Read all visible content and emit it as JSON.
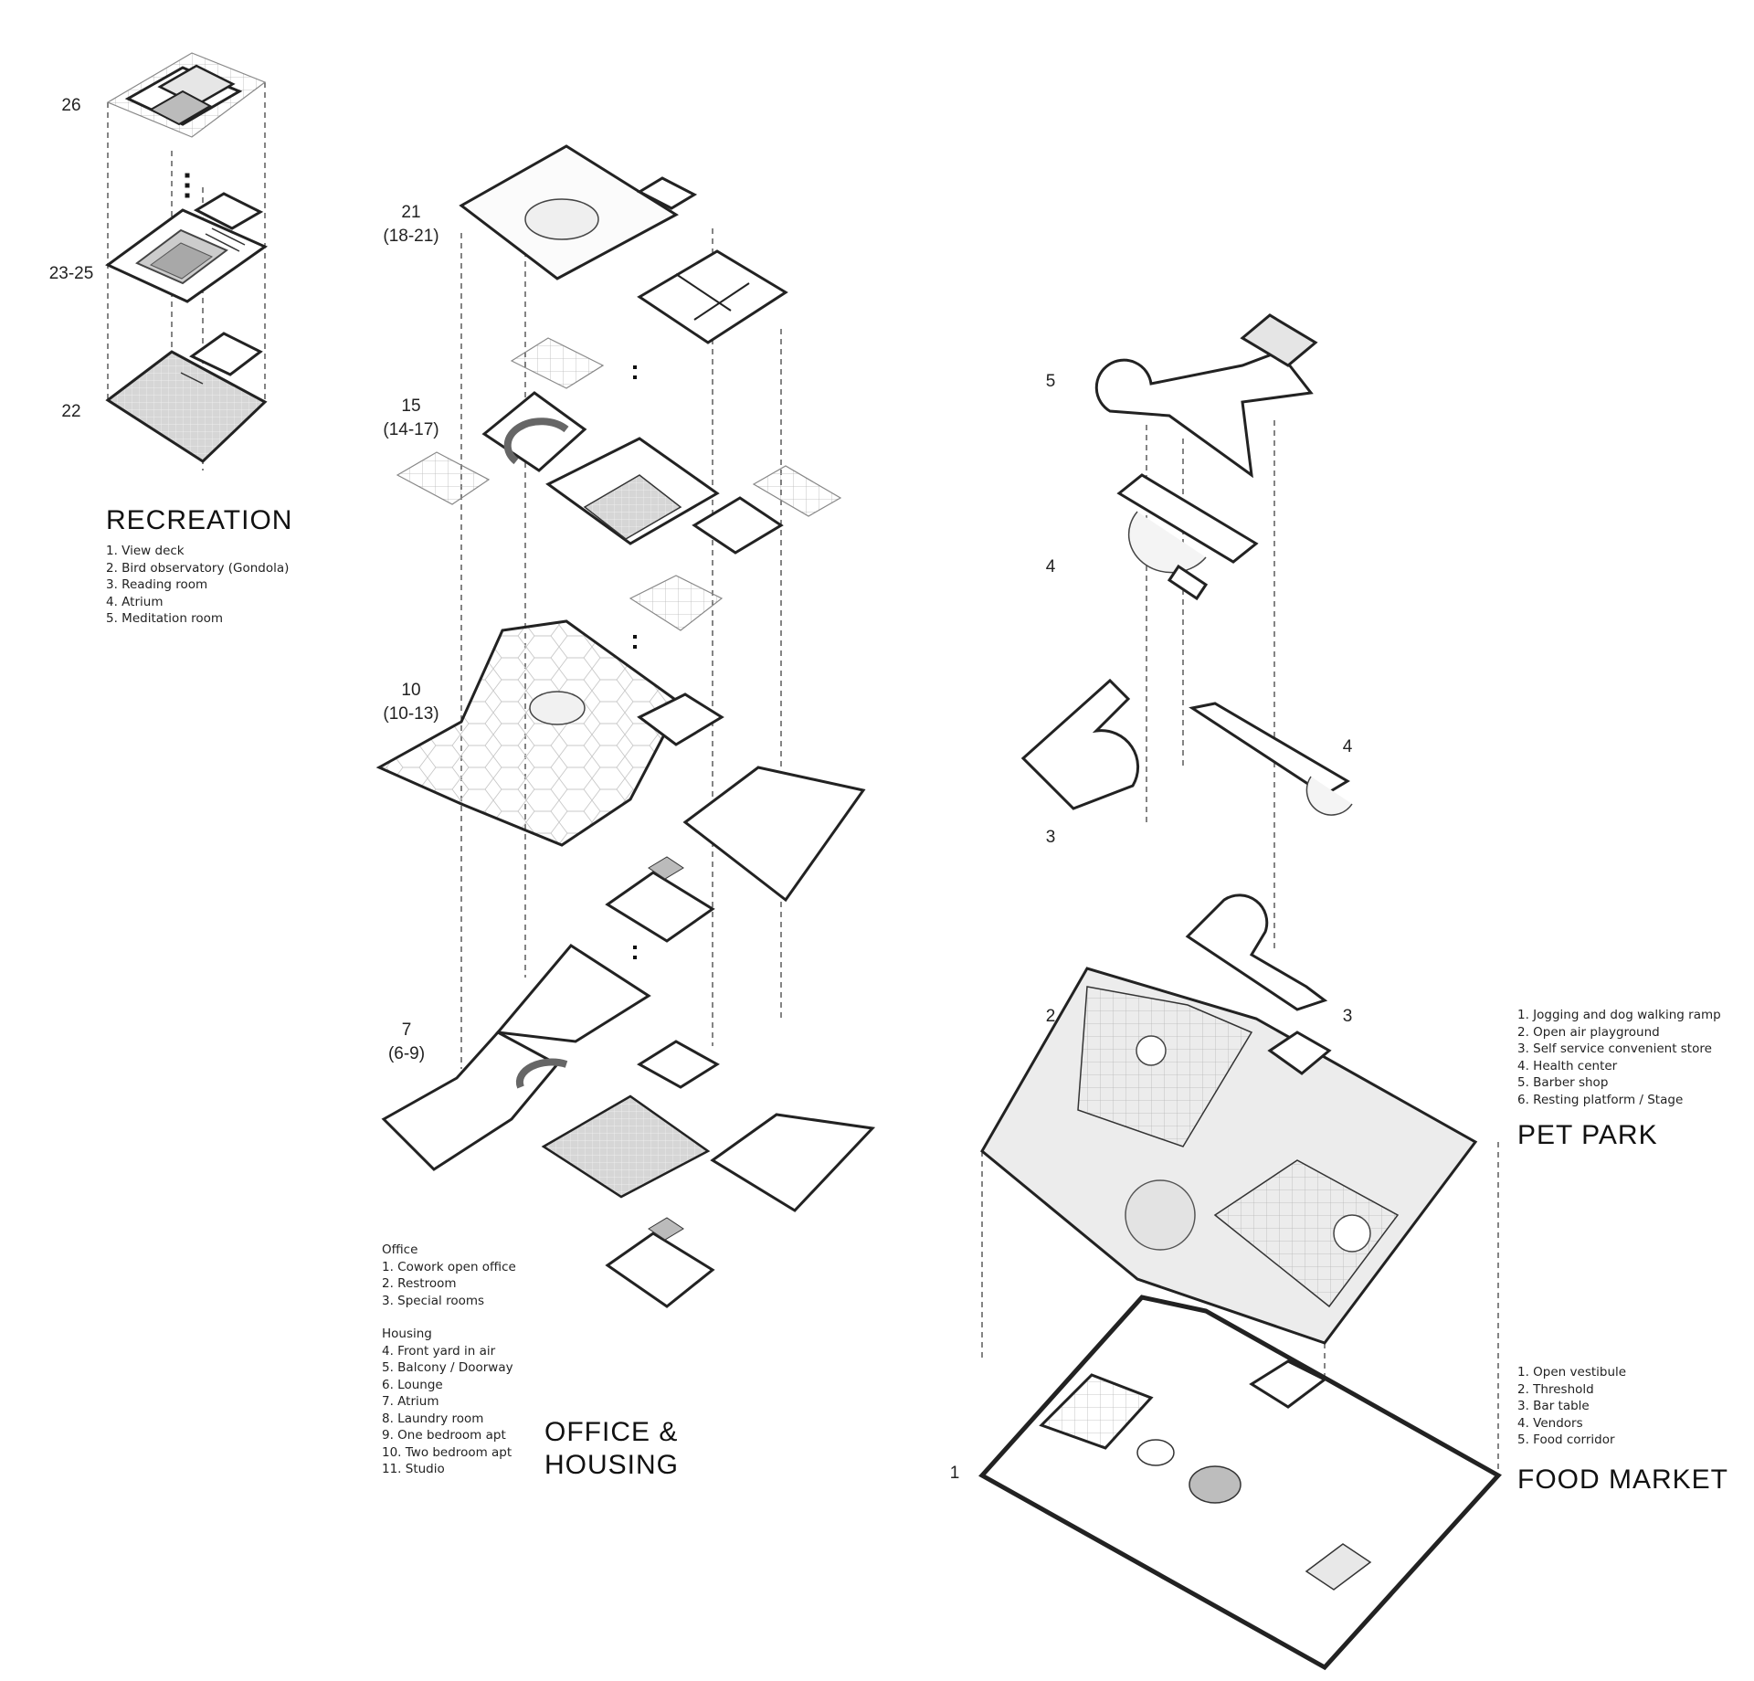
{
  "colors": {
    "line": "#222222",
    "tag": "#8a1f1f",
    "shade": "#d4d4d4",
    "light": "#ececec"
  },
  "recreation": {
    "title": "RECREATION",
    "levels": [
      "26",
      "23-25",
      "22"
    ],
    "legend": [
      "1. View deck",
      "2. Bird observatory (Gondola)",
      "3. Reading room",
      "4. Atrium",
      "5. Meditation room"
    ]
  },
  "office": {
    "title_line1": "OFFICE &",
    "title_line2": "HOUSING",
    "levels": [
      {
        "main": "21",
        "range": "(18-21)"
      },
      {
        "main": "15",
        "range": "(14-17)"
      },
      {
        "main": "10",
        "range": "(10-13)"
      },
      {
        "main": "7",
        "range": "(6-9)"
      }
    ],
    "legend_office_heading": "Office",
    "legend_office": [
      "1. Cowork open office",
      "2. Restroom",
      "3. Special rooms"
    ],
    "legend_housing_heading": "Housing",
    "legend_housing": [
      "4. Front yard in air",
      "5. Balcony / Doorway",
      "6. Lounge",
      "7. Atrium",
      "8. Laundry room",
      "9. One bedroom apt",
      "10. Two bedroom apt",
      "11. Studio"
    ]
  },
  "petpark": {
    "title": "PET PARK",
    "levels": [
      "5",
      "4",
      "4",
      "3",
      "2",
      "3"
    ],
    "legend": [
      "1. Jogging and dog walking ramp",
      "2. Open air playground",
      "3. Self service convenient store",
      "4. Health center",
      "5. Barber shop",
      "6. Resting platform / Stage"
    ]
  },
  "foodmarket": {
    "title": "FOOD MARKET",
    "level": "1",
    "legend": [
      "1. Open vestibule",
      "2. Threshold",
      "3. Bar table",
      "4. Vendors",
      "5. Food corridor"
    ]
  }
}
